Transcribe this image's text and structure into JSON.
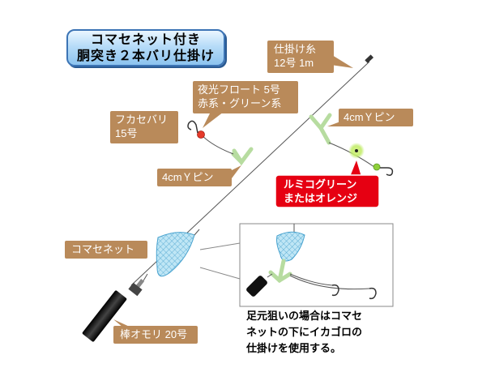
{
  "title": {
    "line1": "コマセネット付き",
    "line2": "胴突き２本バリ仕掛け"
  },
  "labels": {
    "main_line_1": "仕掛け糸",
    "main_line_2": "12号 1m",
    "float_1": "夜光フロート 5号",
    "float_2": "赤系・グリーン系",
    "hook_1": "フカセバリ",
    "hook_2": "15号",
    "y_pin_upper": "4cmＹピン",
    "y_pin_lower": "4cmＹピン",
    "lumi_1": "ルミコグリーン",
    "lumi_2": "またはオレンジ",
    "net": "コマセネット",
    "sinker": "棒オモリ 20号"
  },
  "description": {
    "line1": "足元狙いの場合はコマセ",
    "line2": "ネットの下にイカゴロの",
    "line3": "仕掛けを使用する。"
  },
  "colors": {
    "bubble": "#b98a5a",
    "title_border": "#3c74b5",
    "alert_red": "#e60012",
    "y_pin": "#b7dca0",
    "net": "#7ec6e6",
    "float_red": "#e53a2a",
    "glow_green": "#b6e85a"
  }
}
